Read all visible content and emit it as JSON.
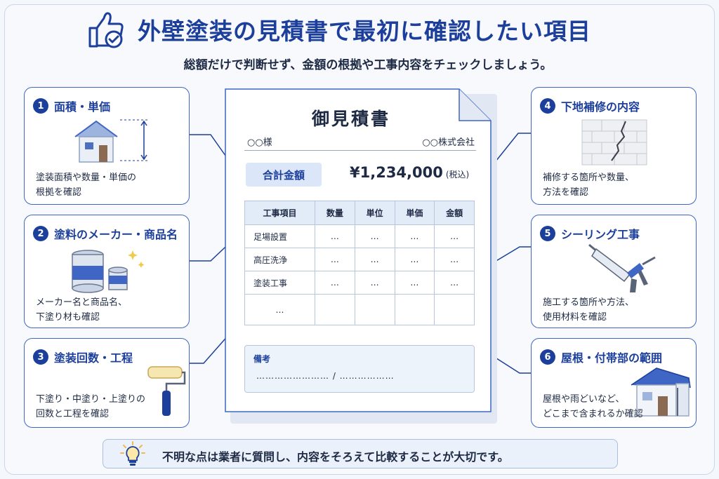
{
  "header": {
    "title": "外壁塗装の見積書で最初に確認したい項目",
    "subtitle": "総額だけで判断せず、金額の根拠や工事内容をチェックしましょう。",
    "icon": "thumbs-up-check-icon"
  },
  "cards": [
    {
      "num": "1",
      "title": "面積・単価",
      "text": [
        "塗装面積や数量・単価の",
        "根拠を確認"
      ],
      "icon": "house-measure-icon"
    },
    {
      "num": "2",
      "title": "塗料のメーカー・商品名",
      "text": [
        "メーカー名と商品名、",
        "下塗り材も確認"
      ],
      "icon": "paint-can-icon"
    },
    {
      "num": "3",
      "title": "塗装回数・工程",
      "text": [
        "下塗り・中塗り・上塗りの",
        "回数と工程を確認"
      ],
      "icon": "paint-roller-icon"
    },
    {
      "num": "4",
      "title": "下地補修の内容",
      "text": [
        "補修する箇所や数量、",
        "方法を確認"
      ],
      "icon": "cracked-wall-icon"
    },
    {
      "num": "5",
      "title": "シーリング工事",
      "text": [
        "施工する箇所や方法、",
        "使用材料を確認"
      ],
      "icon": "caulking-gun-icon"
    },
    {
      "num": "6",
      "title": "屋根・付帯部の範囲",
      "text": [
        "屋根や雨どいなど、",
        "どこまで含まれるか確認"
      ],
      "icon": "house-roof-icon"
    }
  ],
  "document": {
    "title": "御見積書",
    "to": "○○様",
    "from": "○○株式会社",
    "total_label": "合計金額",
    "total_amount": "¥1,234,000",
    "total_tax": "(税込)",
    "columns": [
      "工事項目",
      "数量",
      "単位",
      "単価",
      "金額"
    ],
    "rows": [
      [
        "足場設置",
        "…",
        "…",
        "…",
        "…"
      ],
      [
        "高圧洗浄",
        "…",
        "…",
        "…",
        "…"
      ],
      [
        "塗装工事",
        "…",
        "…",
        "…",
        "…"
      ],
      [
        "…",
        "",
        "",
        "",
        ""
      ]
    ],
    "remarks_label": "備考",
    "remarks_line": "……………………  /  ………………"
  },
  "footer": {
    "text": "不明な点は業者に質問し、内容をそろえて比較することが大切です。",
    "icon": "lightbulb-icon"
  },
  "colors": {
    "accent": "#1c3f9c",
    "border": "#3f66c4",
    "background": "#f4f7fc"
  }
}
